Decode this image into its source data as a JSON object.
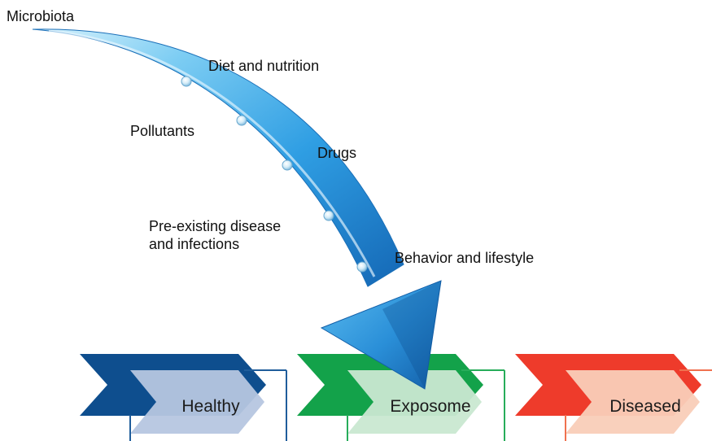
{
  "labels": {
    "microbiota": "Microbiota",
    "diet": "Diet and nutrition",
    "pollutants": "Pollutants",
    "drugs": "Drugs",
    "disease_line1": "Pre-existing disease",
    "disease_line2": "and infections",
    "behavior": "Behavior and lifestyle"
  },
  "stages": [
    {
      "label": "Healthy",
      "dark": "#0e4e8e",
      "light": "#b6c6e0",
      "line": "#1f5d9b"
    },
    {
      "label": "Exposome",
      "dark": "#13a24a",
      "light": "#c9e8d1",
      "line": "#27ad5a"
    },
    {
      "label": "Diseased",
      "dark": "#ee3b2b",
      "light": "#f9cdb8",
      "line": "#f0714f"
    }
  ],
  "colors": {
    "arrow_light": "#8fd6f5",
    "arrow_mid": "#2f9ee3",
    "arrow_dark": "#1467b5"
  }
}
